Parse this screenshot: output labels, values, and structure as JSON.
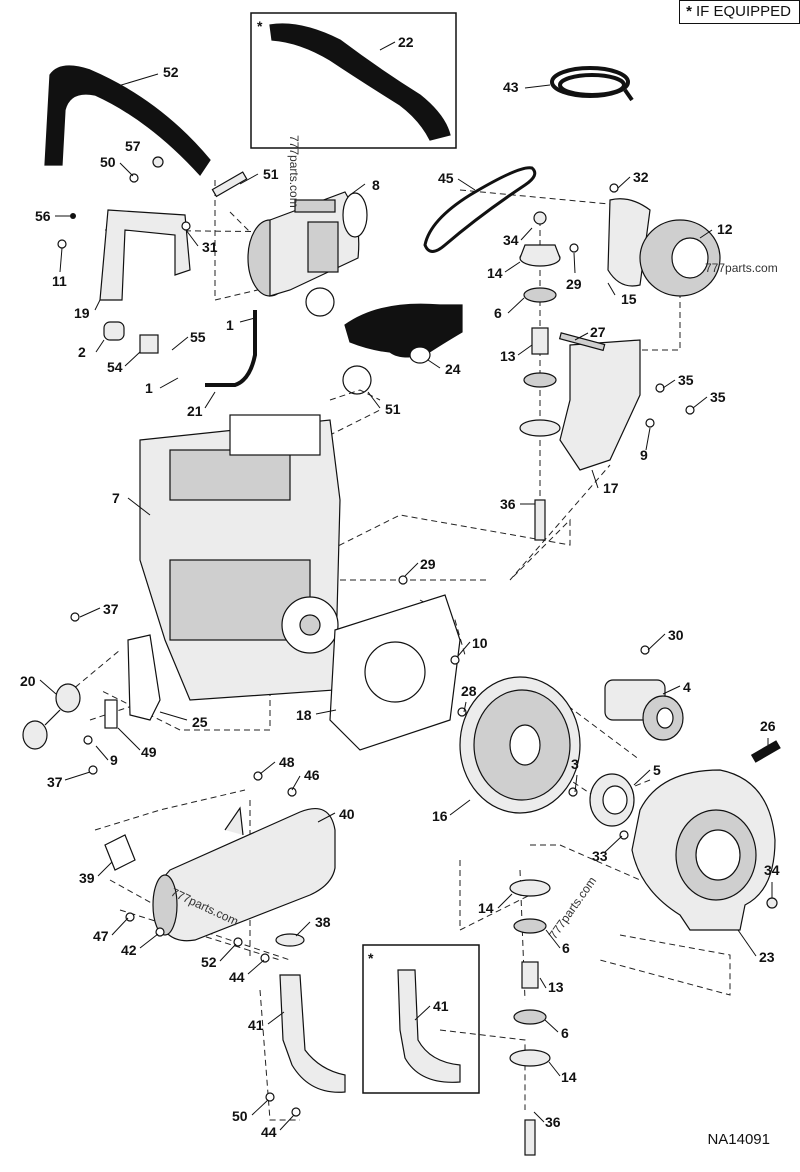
{
  "legend": {
    "symbol": "*",
    "text": "IF EQUIPPED"
  },
  "drawing_number": "NA14091",
  "watermarks": [
    "777parts.com",
    "777parts.com",
    "777parts.com",
    "777parts.com"
  ],
  "inset_markers": [
    "*",
    "*"
  ],
  "callouts": [
    "52",
    "57",
    "50",
    "56",
    "11",
    "19",
    "31",
    "51",
    "8",
    "22",
    "43",
    "45",
    "34",
    "14",
    "6",
    "32",
    "12",
    "29",
    "15",
    "13",
    "27",
    "2",
    "54",
    "55",
    "1",
    "1",
    "21",
    "24",
    "51",
    "35",
    "35",
    "9",
    "17",
    "36",
    "7",
    "29",
    "37",
    "20",
    "25",
    "49",
    "9",
    "37",
    "10",
    "28",
    "18",
    "30",
    "4",
    "26",
    "3",
    "5",
    "16",
    "33",
    "48",
    "46",
    "40",
    "39",
    "47",
    "42",
    "52",
    "44",
    "38",
    "41",
    "34",
    "23",
    "14",
    "6",
    "13",
    "6",
    "14",
    "36",
    "41",
    "50",
    "44"
  ]
}
